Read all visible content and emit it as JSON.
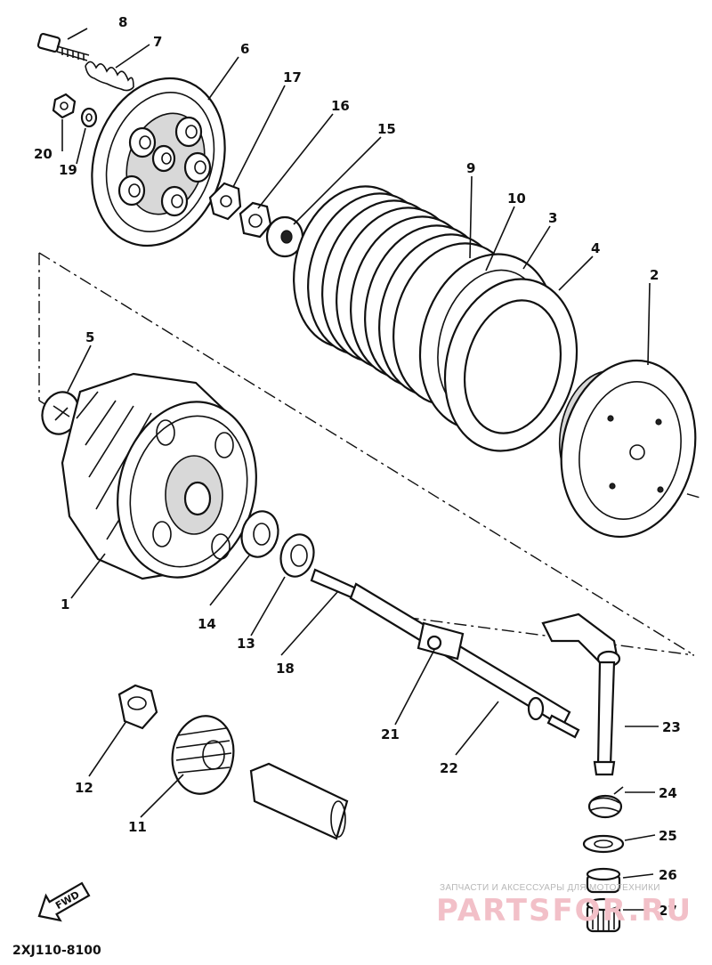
{
  "diagram": {
    "labels": {
      "p1": "1",
      "p2": "2",
      "p3": "3",
      "p4": "4",
      "p5": "5",
      "p6": "6",
      "p7": "7",
      "p8": "8",
      "p9": "9",
      "p10": "10",
      "p11": "11",
      "p12": "12",
      "p13": "13",
      "p14": "14",
      "p15": "15",
      "p16": "16",
      "p17": "17",
      "p18": "18",
      "p19": "19",
      "p20": "20",
      "p21": "21",
      "p22": "22",
      "p23": "23",
      "p24": "24",
      "p25": "25",
      "p26": "26",
      "p27": "27"
    },
    "drawing_code": "2XJ110-8100",
    "fwd_label": "FWD"
  },
  "watermark": {
    "tagline": "ЗАПЧАСТИ И АКСЕССУАРЫ ДЛЯ МОТОТЕХНИКИ",
    "brand": "PARTSFOR.RU"
  },
  "colors": {
    "line": "#111111",
    "watermark_brand": "#f2c0c8",
    "watermark_text": "#b7b7b7"
  }
}
